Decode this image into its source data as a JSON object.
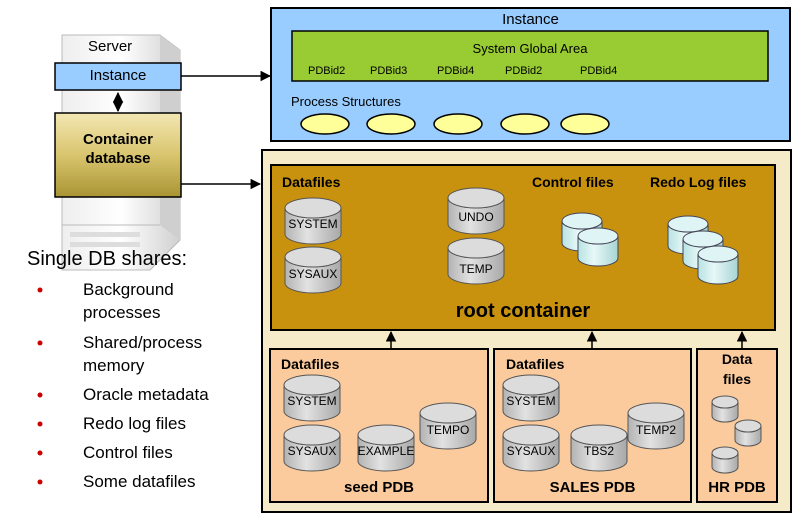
{
  "server": {
    "label": "Server",
    "instance_label": "Instance",
    "container_label_1": "Container",
    "container_label_2": "database"
  },
  "instance": {
    "title": "Instance",
    "sga": {
      "title": "System Global Area",
      "items": [
        "PDBid2",
        "PDBid3",
        "PDBid4",
        "PDBid2",
        "PDBid4"
      ]
    },
    "process_label": "Process Structures"
  },
  "root": {
    "datafiles_label": "Datafiles",
    "control_label": "Control files",
    "redo_label": "Redo Log files",
    "system": "SYSTEM",
    "sysaux": "SYSAUX",
    "undo": "UNDO",
    "temp": "TEMP",
    "name": "root container"
  },
  "seed": {
    "datafiles_label": "Datafiles",
    "system": "SYSTEM",
    "sysaux": "SYSAUX",
    "example": "EXAMPLE",
    "tempo": "TEMPO",
    "name": "seed PDB"
  },
  "sales": {
    "datafiles_label": "Datafiles",
    "system": "SYSTEM",
    "sysaux": "SYSAUX",
    "tbs2": "TBS2",
    "temp2": "TEMP2",
    "name": "SALES PDB"
  },
  "hr": {
    "data_label": "Data",
    "files_label": "files",
    "name": "HR PDB"
  },
  "shares": {
    "heading": "Single DB shares:",
    "items": [
      "Background processes",
      "Shared/process memory",
      "Oracle metadata",
      "Redo log files",
      "Control files",
      "Some datafiles"
    ],
    "item_lines": [
      [
        "Background",
        "processes"
      ],
      [
        "Shared/process",
        "memory"
      ],
      [
        "Oracle metadata"
      ],
      [
        "Redo log files"
      ],
      [
        "Control files"
      ],
      [
        "Some datafiles"
      ]
    ]
  },
  "colors": {
    "instance_bg": "#99CCFF",
    "sga_bg": "#99CC33",
    "process_fill": "#FFFF99",
    "container_outer": "#F6EBC8",
    "root_bg": "#C8920E",
    "pdb_bg": "#FBCB9D",
    "disk_gray": "#C8C8C8",
    "disk_teal": "#CFEFEF",
    "bullet_red": "#CC0000"
  }
}
